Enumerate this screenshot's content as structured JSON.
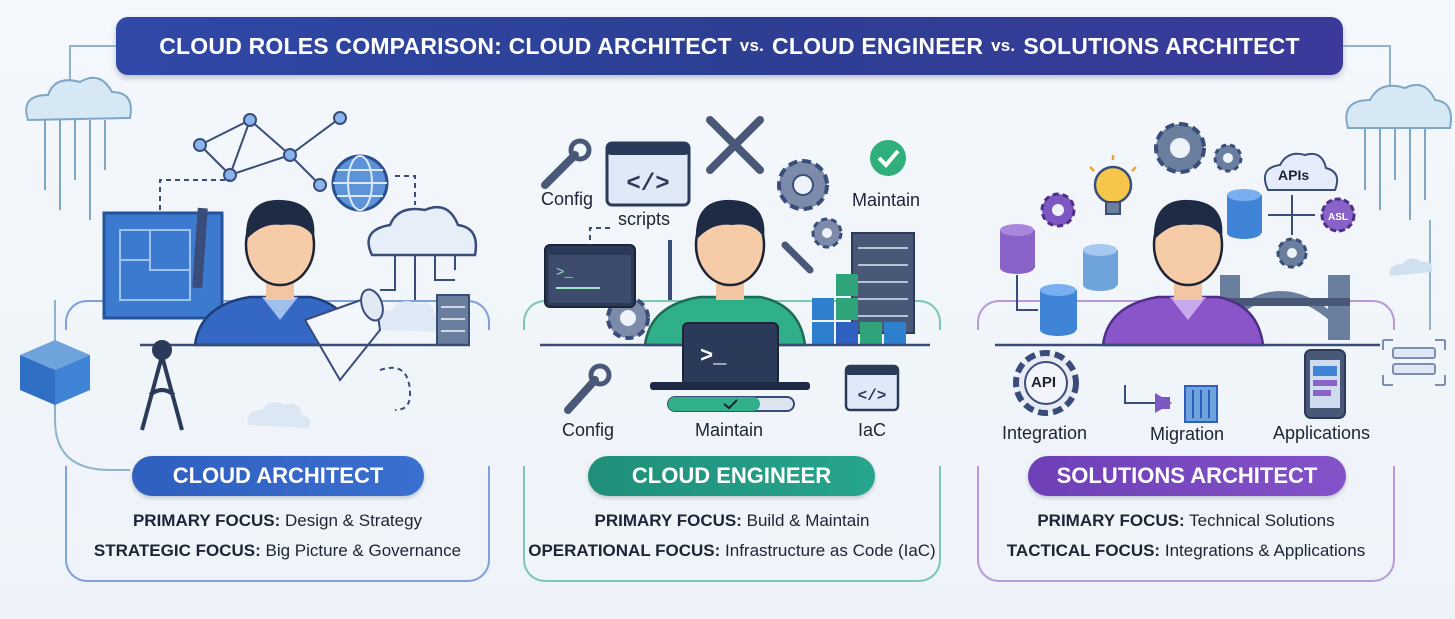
{
  "title": {
    "part1": "CLOUD ROLES COMPARISON: CLOUD ARCHITECT",
    "vs1": "vs.",
    "part2": "CLOUD ENGINEER",
    "vs2": "vs.",
    "part3": "SOLUTIONS ARCHITECT"
  },
  "roles": [
    {
      "name": "CLOUD ARCHITECT",
      "primary_label": "PRIMARY FOCUS:",
      "primary_value": "Design & Strategy",
      "secondary_label": "STRATEGIC FOCUS:",
      "secondary_value": "Big Picture & Governance",
      "color": "#2f5fbf"
    },
    {
      "name": "CLOUD ENGINEER",
      "primary_label": "PRIMARY FOCUS:",
      "primary_value": "Build & Maintain",
      "secondary_label": "OPERATIONAL FOCUS:",
      "secondary_value": "Infrastructure as Code (IaC)",
      "color": "#1f8f7a",
      "icon_labels": {
        "config_top": "Config",
        "scripts": "scripts",
        "maintain_top": "Maintain",
        "config_bottom": "Config",
        "maintain_bottom": "Maintain",
        "iac": "IaC"
      }
    },
    {
      "name": "SOLUTIONS ARCHITECT",
      "primary_label": "PRIMARY FOCUS:",
      "primary_value": "Technical Solutions",
      "secondary_label": "TACTICAL FOCUS:",
      "secondary_value": "Integrations & Applications",
      "color": "#7445b8",
      "icon_labels": {
        "apis": "APIs",
        "api_gear": "API",
        "integration": "Integration",
        "migration": "Migration",
        "applications": "Applications"
      }
    }
  ],
  "icons": [
    "cloud-network-icon",
    "network-graph-icon",
    "blueprint-icon",
    "globe-icon",
    "cloud-circuit-icon",
    "server-rack-icon",
    "compass-icon",
    "container-icon",
    "wrench-icon",
    "code-window-icon",
    "crossed-tools-icon",
    "gear-icon",
    "checkmark-icon",
    "terminal-icon",
    "laptop-terminal-icon",
    "progress-bar-icon",
    "lightbulb-icon",
    "database-icon",
    "bridge-icon",
    "mobile-app-icon"
  ]
}
